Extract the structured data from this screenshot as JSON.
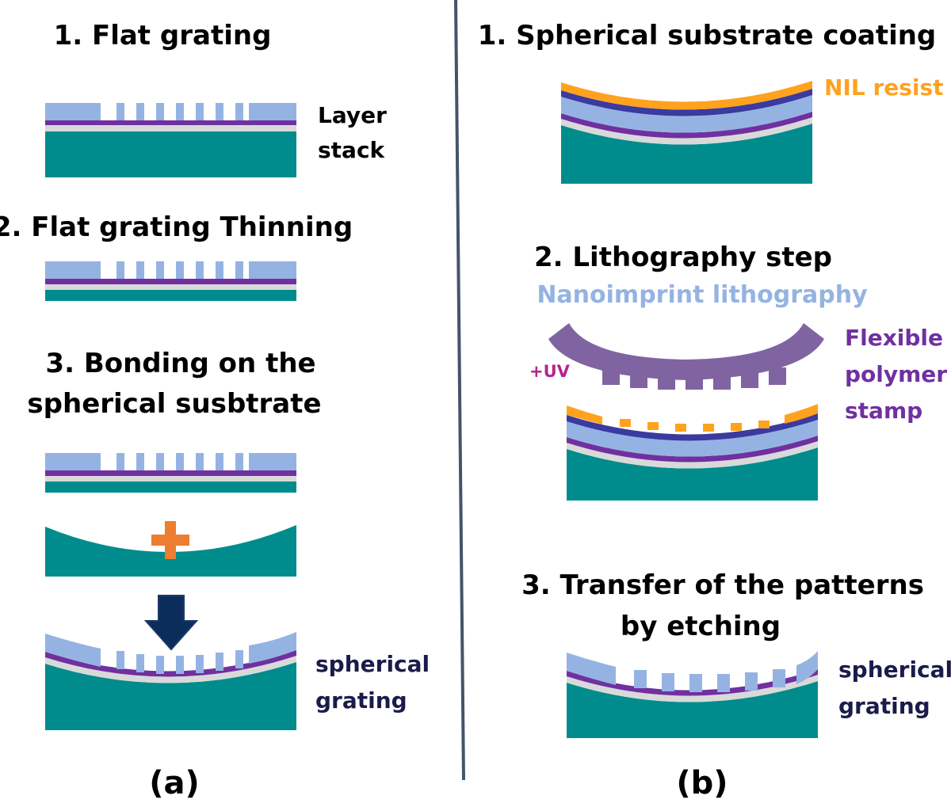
{
  "panel_a": {
    "step1": "1. Flat grating",
    "layer_label": [
      "Layer",
      "stack"
    ],
    "step2": "2. Flat grating Thinning",
    "step3": [
      "3. Bonding on the",
      "spherical susbtrate"
    ],
    "result_label": [
      "spherical",
      "grating"
    ],
    "panel_label": "(a)"
  },
  "panel_b": {
    "step1": "1. Spherical substrate coating",
    "resist_label": "NIL resist",
    "step2": "2. Lithography step",
    "method": "Nanoimprint  lithography",
    "stamp_label": [
      "Flexible",
      "polymer",
      "stamp"
    ],
    "uv_label": "+UV",
    "step3": [
      "3. Transfer of the patterns",
      "by etching"
    ],
    "result_label": [
      "spherical",
      "grating"
    ],
    "panel_label": "(b)"
  },
  "colors": {
    "substrate": "#008C8C",
    "grating": "#95B3E2",
    "metal": "#7030A0",
    "interlayer": "#D9D9D9",
    "resist": "#FFA21E",
    "stamp": "#8064A2",
    "dark_layer": "#3A3AA0",
    "uv": "#B4248C",
    "arrow": "#0A2D5C",
    "plus": "#ED7D31",
    "divider": "#44546A",
    "text": "#000000",
    "label_dark": "#1B1B4B"
  },
  "icons": [
    "plus-icon",
    "down-arrow-icon"
  ]
}
